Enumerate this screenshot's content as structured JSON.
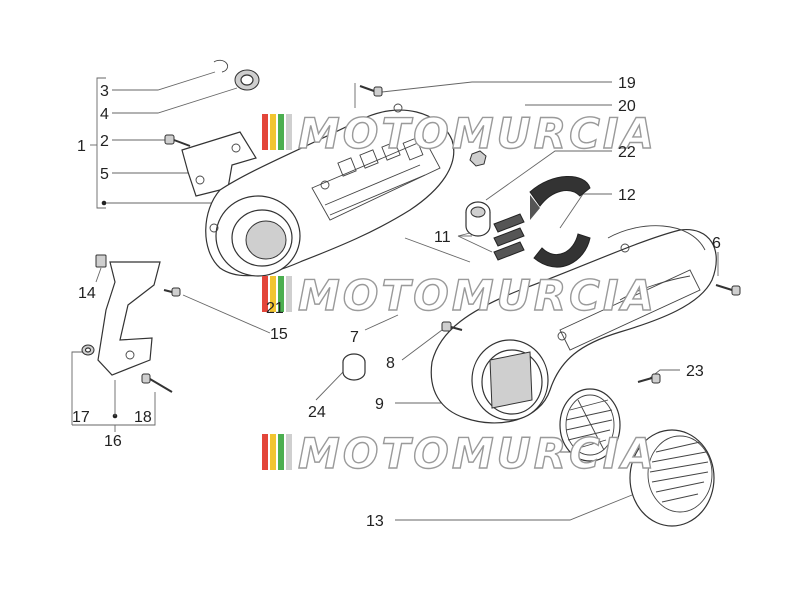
{
  "diagram": {
    "watermark_text": "MOTOMURCIA",
    "watermark_stripe_colors": [
      "#e3453a",
      "#f2c530",
      "#4caf50",
      "#cfcfcf"
    ],
    "labels": {
      "l1": "1",
      "l2": "2",
      "l3": "3",
      "l4": "4",
      "l5": "5",
      "l6": "6",
      "l7": "7",
      "l8": "8",
      "l9": "9",
      "l11": "11",
      "l12": "12",
      "l13": "13",
      "l14": "14",
      "l15": "15",
      "l16": "16",
      "l17": "17",
      "l18": "18",
      "l19": "19",
      "l20": "20",
      "l21": "21",
      "l22": "22",
      "l23": "23",
      "l24": "24"
    }
  }
}
